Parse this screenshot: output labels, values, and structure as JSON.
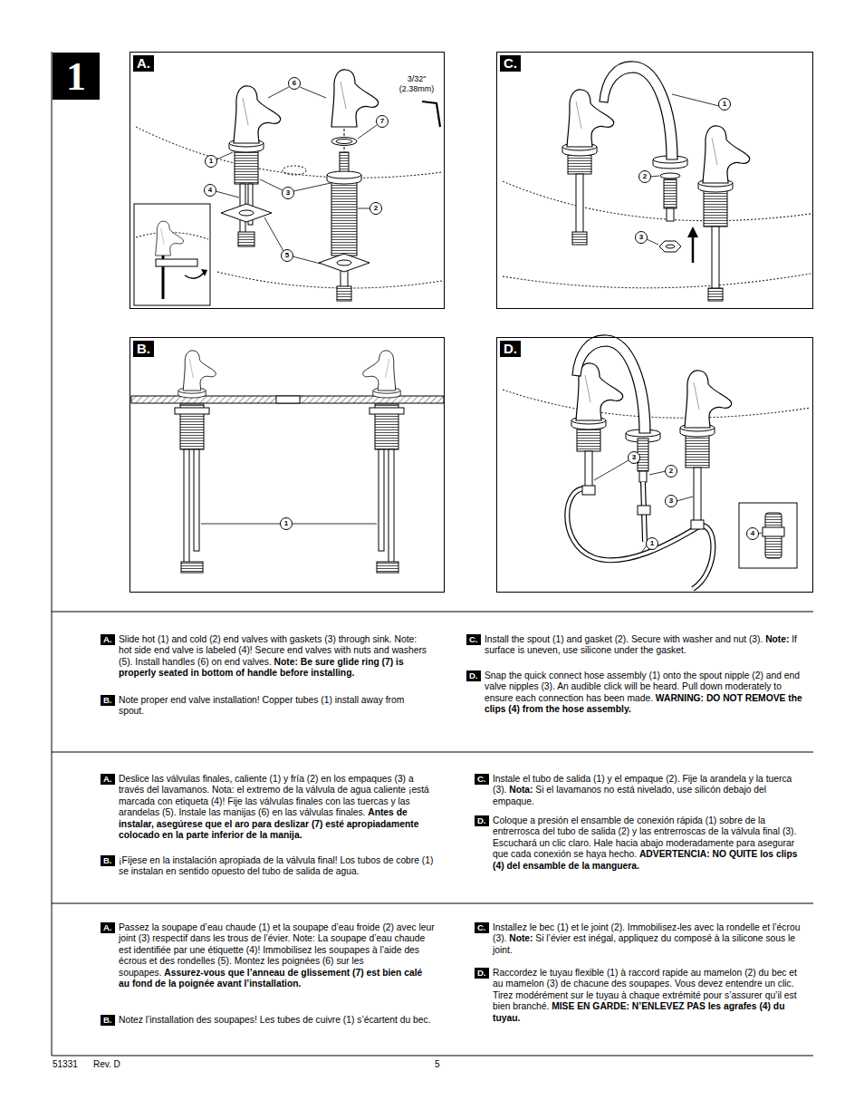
{
  "diagram": {
    "nodes": [
      {
        "text": [
          "1"
        ]
      },
      {
        "text": [
          "A."
        ]
      },
      {
        "text": [
          "C."
        ]
      },
      {
        "text": [
          "B."
        ]
      },
      {
        "text": [
          "D."
        ]
      },
      {
        "text": [
          "A.",
          "Slide hot (1) and cold (2) end valves with gaskets (3) through sink. Note: hot side end valve is labeled (4)! Secure end valves with nuts and washers (5). Install handles (6) on end valves.",
          "Note: Be sure glide ring (7) is properly seated in bottom of handle before installing."
        ]
      },
      {
        "text": [
          "B.",
          "Note proper end valve installation! Copper tubes (1) install away from spout."
        ]
      },
      {
        "text": [
          "C.",
          "Install the spout (1) and gasket (2). Secure with washer and nut (3).",
          "Note:",
          "If surface is uneven, use silicone under the gasket."
        ]
      },
      {
        "text": [
          "D.",
          "Snap the quick connect hose assembly (1) onto the spout nipple (2) and end valve nipples (3). An audible click will be heard. Pull down moderately to ensure each connection has been made.",
          "WARNING: DO NOT REMOVE the clips (4) from the hose assembly."
        ]
      },
      {
        "text": [
          "A.",
          "Deslice las válvulas finales, caliente (1) y fría (2) en los empaques (3) a través del lavamanos. Nota: el extremo de la válvula de agua caliente ¡está marcada con etiqueta (4)! Fije las válvulas finales con las tuercas y las arandelas (5). Instale las manijas (6) en las válvulas finales.",
          "Antes de instalar, asegúrese que el aro para deslizar (7) esté apropiadamente colocado en la parte inferior de la manija."
        ]
      },
      {
        "text": [
          "B.",
          "¡Fíjese en la instalación apropiada de la válvula final! Los tubos de cobre (1) se instalan en sentido opuesto del tubo de salida de agua."
        ]
      },
      {
        "text": [
          "C.",
          "Instale el tubo de salida (1) y el empaque (2). Fije la arandela y la tuerca (3).",
          "Nota:",
          "Si el lavamanos no está nivelado, use silicón debajo del empaque."
        ]
      },
      {
        "text": [
          "D.",
          "Coloque a presión el ensamble de conexión rápida (1) sobre de la entrerrosca del tubo de salida (2) y las entrerroscas de la válvula final (3). Escuchará un clic claro. Hale hacia abajo moderadamente para asegurar que cada conexión se haya hecho.",
          "ADVERTENCIA: NO QUITE los clips (4) del ensamble de la manguera."
        ]
      },
      {
        "text": [
          "A.",
          "Passez la soupape d’eau chaude (1) et la soupape d’eau froide (2) avec leur joint (3) respectif dans les trous de l’évier. Note: La soupape d’eau chaude est identifiée par une étiquette (4)! Immobilisez les soupapes à l’aide des écrous et des rondelles (5). Montez les poignées (6) sur les soupapes.",
          "Assurez-vous que l’anneau de glissement (7) est bien calé au fond de la poignée avant l’installation."
        ]
      },
      {
        "text": [
          "B.",
          "Notez l’installation des soupapes! Les tubes de cuivre (1) s’écartent du bec."
        ]
      },
      {
        "text": [
          "C.",
          "Installez le bec (1) et le joint (2). Immobilisez-les avec la rondelle et l’écrou (3).",
          "Note:",
          "Si l’évier est inégal, appliquez du composé à la silicone sous le joint."
        ]
      },
      {
        "text": [
          "D.",
          "Raccordez le tuyau flexible (1) à raccord rapide au mamelon (2) du bec et au mamelon (3) de chacune des soupapes. Vous devez entendre un clic. Tirez modérément sur le tuyau à chaque extrémité pour s’assurer qu’il est bien branché.",
          "MISE EN GARDE: N’ENLEVEZ PAS les agrafes (4) du tuyau."
        ]
      }
    ],
    "labels": [
      "6",
      "3/32\" (2.38mm)",
      "7",
      "1",
      "4",
      "3",
      "2",
      "5",
      "1",
      "2",
      "3",
      "1",
      "3",
      "2",
      "3",
      "4",
      "1",
      "51331",
      "Rev. D",
      "5"
    ]
  }
}
